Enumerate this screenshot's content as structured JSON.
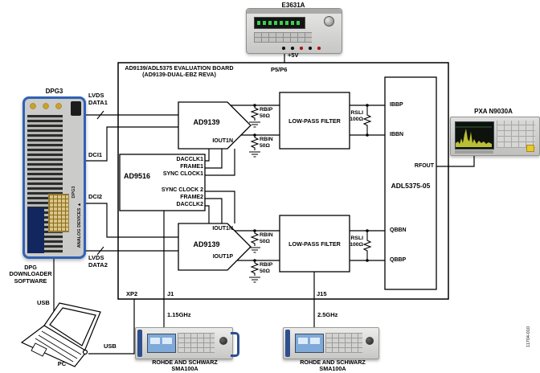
{
  "figure": {
    "number": "11704-010"
  },
  "board": {
    "title": "AD9139/ADL5375 EVALUATION BOARD\n(AD9139-DUAL-EBZ REVA)",
    "power_connector": "P5/P6",
    "xp2": "XP2",
    "j1": "J1",
    "j15": "J15"
  },
  "power_supply": {
    "name": "E3631A",
    "output": "+5V"
  },
  "dpg": {
    "name": "DPG3",
    "software": "DPG\nDOWNLOADER\nSOFTWARE",
    "brand": "ANALOG\nDEVICES ▲",
    "model_print": "DPG3"
  },
  "pc": {
    "name": "PC",
    "usb_to_dpg": "USB",
    "usb_to_board": "USB"
  },
  "signals": {
    "lvds_data1": "LVDS\nDATA1",
    "dci1": "DCI1",
    "dci2": "DCI2",
    "lvds_data2": "LVDS\nDATA2"
  },
  "dac_top": {
    "name": "AD9139",
    "iout1n": "IOUT1N"
  },
  "dac_bottom": {
    "name": "AD9139",
    "iout1n": "IOUT1N",
    "iout1p": "IOUT1P"
  },
  "clock": {
    "name": "AD9516",
    "dacclk1": "DACCLK1",
    "frame1": "FRAME1",
    "sync_clock1": "SYNC CLOCK1",
    "sync_clock2": "SYNC CLOCK 2",
    "frame2": "FRAME2",
    "dacclk2": "DACCLK2"
  },
  "filters": {
    "top": "LOW-PASS FILTER",
    "bottom": "LOW-PASS FILTER"
  },
  "resistors": {
    "rbip": "RBIP\n50Ω",
    "rbin": "RBIN\n50Ω",
    "rsli": "RSLI\n100Ω"
  },
  "modulator": {
    "name": "ADL5375-05",
    "ibbp": "IBBP",
    "ibbn": "IBBN",
    "qbbn": "QBBN",
    "qbbp": "QBBP",
    "rfout": "RFOUT"
  },
  "analyzer": {
    "name": "PXA N9030A"
  },
  "generators": {
    "gen1": {
      "freq": "1.15GHz",
      "name": "ROHDE AND SCHWARZ\nSMA100A"
    },
    "gen2": {
      "freq": "2.5GHz",
      "name": "ROHDE AND SCHWARZ\nSMA100A"
    }
  },
  "colors": {
    "wire": "#000000",
    "dpg_blue": "#2f62b5",
    "generator_blue": "#2e4f8e",
    "analyzer_trace": "#b9be35",
    "terminal_red": "#b01414",
    "gold": "#c9a227"
  }
}
